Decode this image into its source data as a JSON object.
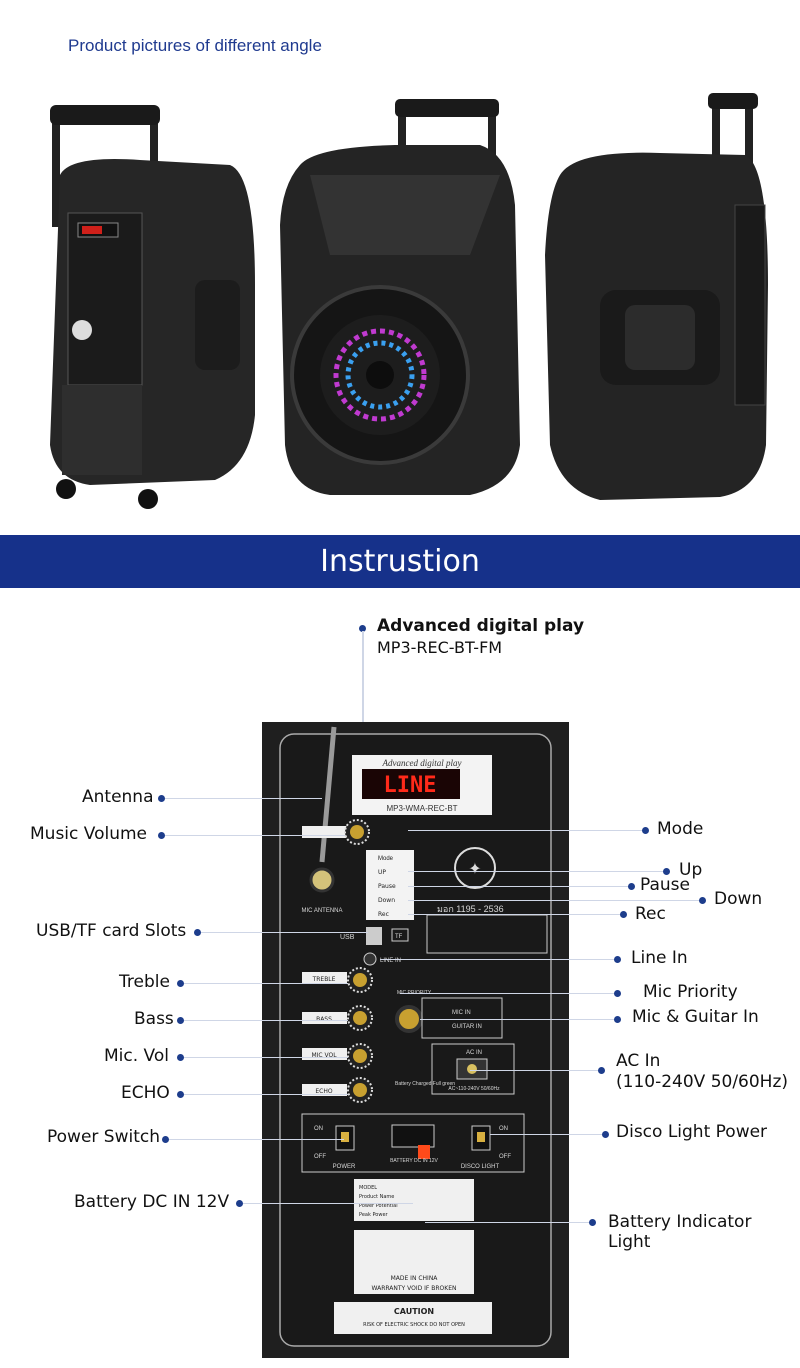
{
  "page_title": "Product pictures of different angle",
  "banner_title": "Instrustion",
  "header_label": {
    "line1": "Advanced digital play",
    "line2": "MP3-REC-BT-FM"
  },
  "labels": {
    "antenna": "Antenna",
    "music_volume": "Music Volume",
    "usb_tf": "USB/TF card Slots",
    "treble": "Treble",
    "bass": "Bass",
    "mic_vol": "Mic. Vol",
    "echo": "ECHO",
    "power_switch": "Power Switch",
    "battery_dc": "Battery DC IN 12V",
    "mode": "Mode",
    "up": "Up",
    "pause": "Pause",
    "down": "Down",
    "rec": "Rec",
    "line_in": "Line In",
    "mic_priority": "Mic Priority",
    "mic_guitar_in": "Mic & Guitar In",
    "ac_in_1": "AC In",
    "ac_in_2": "(110-240V 50/60Hz)",
    "disco_light_power": "Disco Light Power",
    "battery_indicator_1": "Battery Indicator",
    "battery_indicator_2": "Light"
  },
  "panel": {
    "display_caption": "Advanced digital play",
    "display_text": "LINE",
    "display_sub": "MP3-WMA-REC-BT",
    "cert": "มอก 1195 - 2536",
    "buttons": [
      "Mode",
      "UP",
      "Pause",
      "Down",
      "Rec"
    ],
    "mic_antenna": "MIC ANTENNA",
    "usb": "USB",
    "tf": "TF",
    "line_in": "LINE IN",
    "treble": "TREBLE",
    "bass": "BASS",
    "mic_vol": "MIC VOL",
    "echo": "ECHO",
    "mic_priority": "MIC PRIORITY",
    "mic_in": "MIC IN",
    "guitar_in": "GUITAR IN",
    "ac_in": "AC IN",
    "ac_range": "AC~110-240V 50/60Hz",
    "power": "POWER",
    "on": "ON",
    "off": "OFF",
    "battery_dc": "BATTERY DC IN 12V",
    "disco_light": "DISCO LIGHT",
    "battery_charged": "Battery Charged Full green",
    "model": "MODEL",
    "product_name": "Product Name",
    "power_potential": "Power Potential",
    "peak_power": "Peak Power",
    "made_in": "MADE IN CHINA",
    "warranty": "WARRANTY VOID IF BROKEN",
    "caution": "CAUTION",
    "caution_sub": "RISK OF ELECTRIC SHOCK DO NOT OPEN"
  },
  "colors": {
    "brand_blue": "#16318a",
    "dot_blue": "#1d3d8c",
    "led_red": "#ff2a1a"
  }
}
